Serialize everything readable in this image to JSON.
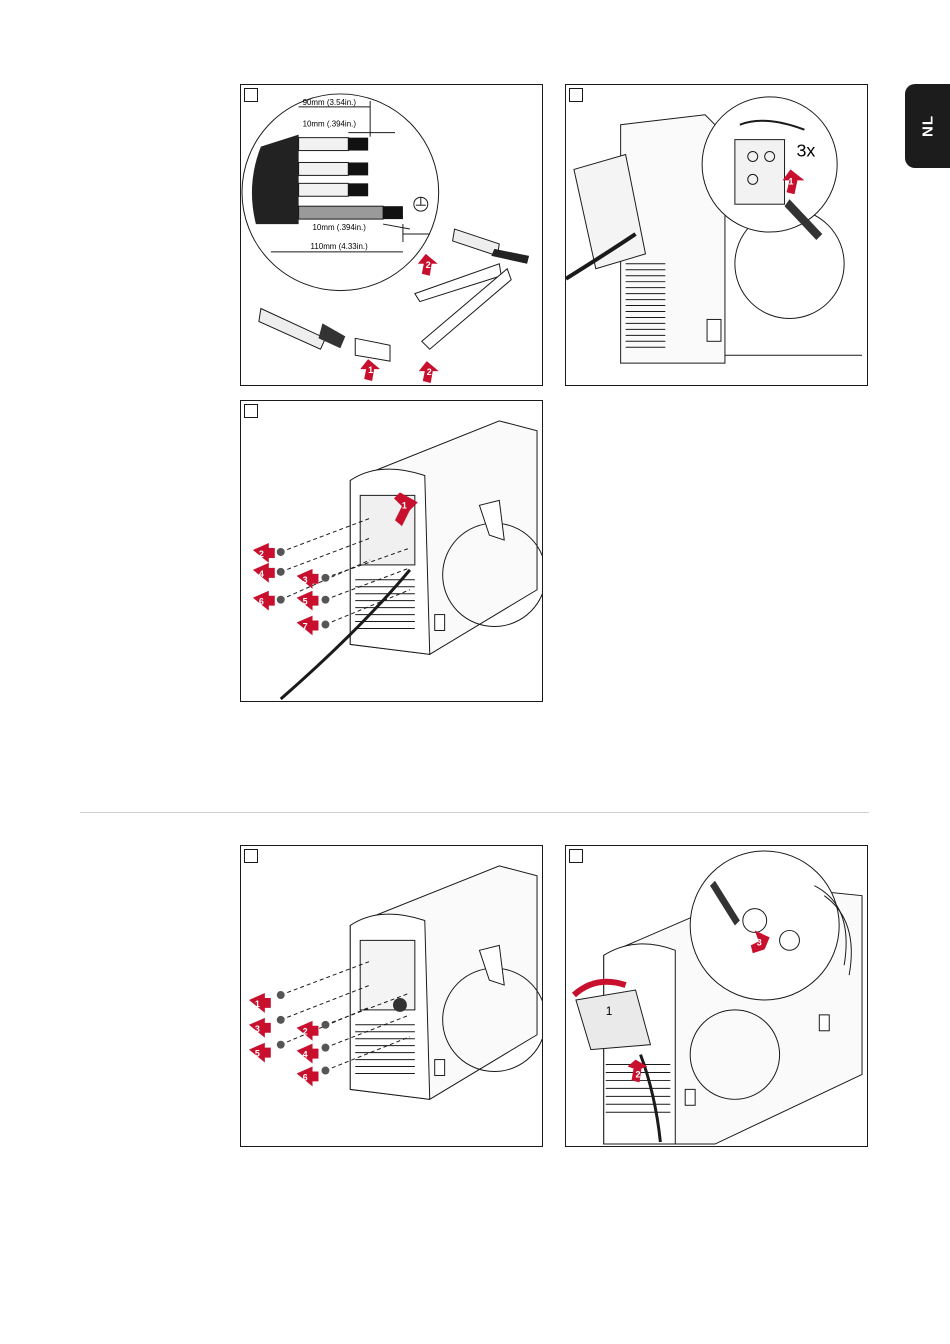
{
  "language_tab": {
    "label": "NL"
  },
  "figures": {
    "cable_prep": {
      "dim_90": "90mm (3.54in.)",
      "dim_10_top": "10mm (.394in.)",
      "dim_10_bottom": "10mm (.394in.)",
      "dim_110": "110mm (4.33in.)",
      "arrow_1": "1",
      "arrow_2a": "2",
      "arrow_2b": "2"
    },
    "terminal": {
      "repeat_label": "3x",
      "arrow_1": "1"
    },
    "mount_cover": {
      "arrows": [
        "1",
        "2",
        "3",
        "4",
        "5",
        "6",
        "7"
      ]
    },
    "remove_cover": {
      "arrows": [
        "1",
        "2",
        "3",
        "4",
        "5",
        "6"
      ]
    },
    "open_cover": {
      "arrow_1": "1",
      "arrow_2": "2",
      "arrow_3": "3"
    }
  },
  "colors": {
    "arrow_red": "#c8102e",
    "line": "#1a1a1a",
    "tab_bg": "#1c1c1c"
  }
}
